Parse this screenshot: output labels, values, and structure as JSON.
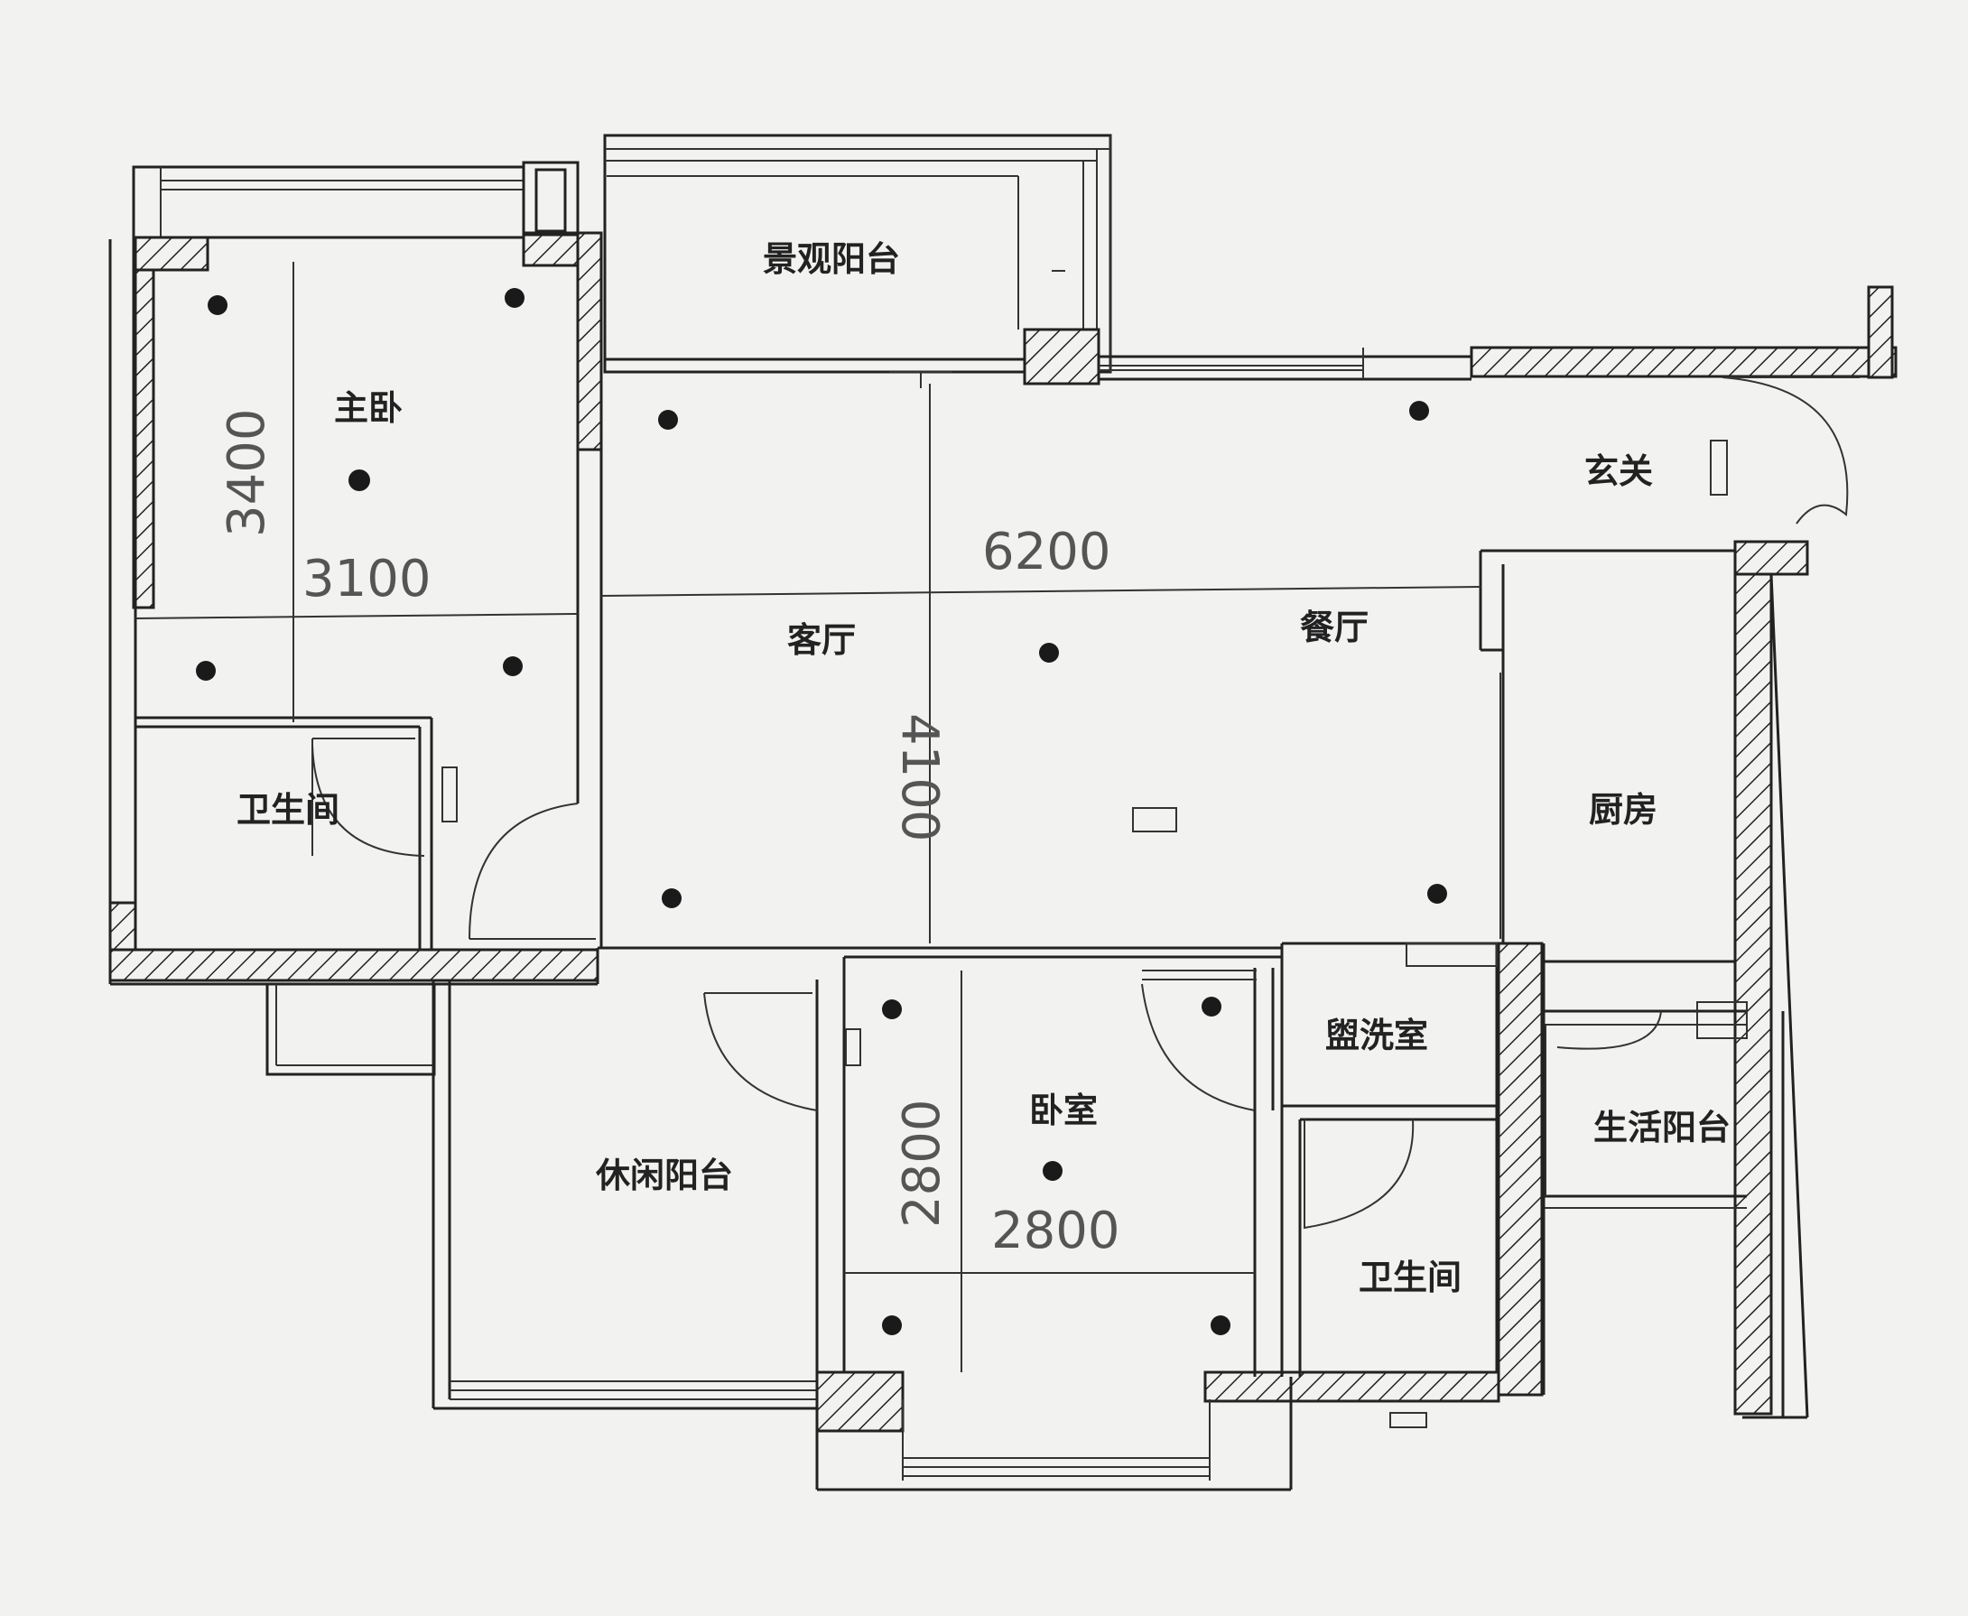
{
  "rooms": {
    "master_bedroom": "主卧",
    "view_balcony": "景观阳台",
    "entrance": "玄关",
    "living_room": "客厅",
    "dining_room": "餐厅",
    "bathroom_left": "卫生间",
    "kitchen": "厨房",
    "leisure_balcony": "休闲阳台",
    "bedroom": "卧室",
    "washroom": "盥洗室",
    "utility_balcony": "生活阳台",
    "bathroom_right": "卫生间"
  },
  "dimensions": {
    "master_height": "3400",
    "master_width": "3100",
    "living_width": "6200",
    "living_height": "4100",
    "bedroom_height": "2800",
    "bedroom_width": "2800"
  },
  "colors": {
    "line": "#222222",
    "background": "#f2f2f0"
  }
}
